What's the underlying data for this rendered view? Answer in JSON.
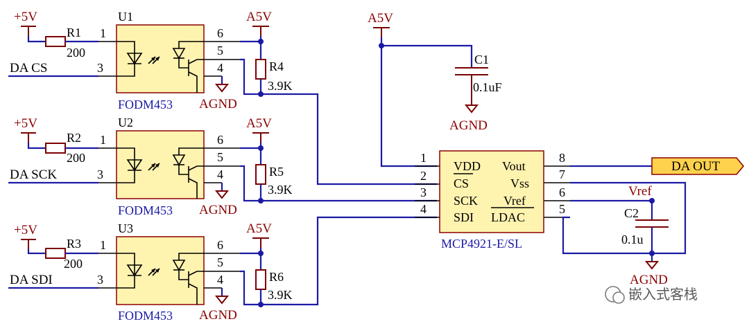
{
  "power": {
    "p5v": "+5V",
    "a5v": "A5V",
    "agnd": "AGND"
  },
  "resistors": {
    "r1": {
      "ref": "R1",
      "value": "200"
    },
    "r2": {
      "ref": "R2",
      "value": "200"
    },
    "r3": {
      "ref": "R3",
      "value": "200"
    },
    "r4": {
      "ref": "R4",
      "value": "3.9K"
    },
    "r5": {
      "ref": "R5",
      "value": "3.9K"
    },
    "r6": {
      "ref": "R6",
      "value": "3.9K"
    }
  },
  "optos": [
    {
      "ref": "U1",
      "part": "FODM453"
    },
    {
      "ref": "U2",
      "part": "FODM453"
    },
    {
      "ref": "U3",
      "part": "FODM453"
    }
  ],
  "opto_pins": [
    "1",
    "3",
    "6",
    "5",
    "4"
  ],
  "nets": {
    "cs": "DA  CS",
    "sck": "DA  SCK",
    "sdi": "DA  SDI",
    "out": "DA  OUT",
    "vref": "Vref"
  },
  "dac": {
    "part": "MCP4921-E/SL",
    "left_pins": [
      {
        "num": "1",
        "name": "VDD"
      },
      {
        "num": "2",
        "name": "CS"
      },
      {
        "num": "3",
        "name": "SCK"
      },
      {
        "num": "4",
        "name": "SDI"
      }
    ],
    "right_pins": [
      {
        "num": "8",
        "name": "Vout"
      },
      {
        "num": "7",
        "name": "Vss"
      },
      {
        "num": "6",
        "name": "Vref"
      },
      {
        "num": "5",
        "name": "LDAC"
      }
    ]
  },
  "caps": {
    "c1": {
      "ref": "C1",
      "value": "0.1uF"
    },
    "c2": {
      "ref": "C2",
      "value": "0.1u"
    }
  },
  "watermark": "嵌入式客栈",
  "colors": {
    "wire": "#1a1aa6",
    "component": "#7a0000",
    "power_label": "#8b0000",
    "ic_fill": "#fff3b0",
    "ic_border": "#8b0000",
    "port_fill": "#ffd24d"
  }
}
